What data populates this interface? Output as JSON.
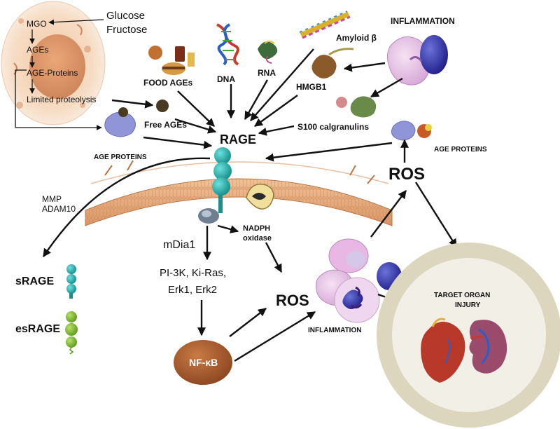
{
  "cell": {
    "mgo": "MGO",
    "glucose": "Glucose",
    "fructose": "Fructose",
    "ages": "AGEs",
    "age_proteins": "AGE-Proteins",
    "limited_proteolysis": "Limited proteolysis"
  },
  "ligands": {
    "food_ages": "FOOD AGEs",
    "dna": "DNA",
    "rna": "RNA",
    "amyloid": "Amyloid β",
    "hmgb1": "HMGB1",
    "s100": "S100 calgranulins",
    "free_ages": "Free AGEs",
    "age_proteins_left": "AGE PROTEINS",
    "age_proteins_right": "AGE PROTEINS",
    "inflammation_top": "INFLAMMATION"
  },
  "receptor": {
    "rage": "RAGE",
    "mmp": "MMP",
    "adam10": "ADAM10",
    "srage": "sRAGE",
    "esrage": "esRAGE",
    "mdia1": "mDia1",
    "nadph": "NADPH",
    "oxidase": "oxidase"
  },
  "signaling": {
    "pi3k_line1": "PI-3K, Ki-Ras,",
    "pi3k_line2": "Erk1, Erk2",
    "nfkb": "NF-κB",
    "ros_center": "ROS",
    "ros_right": "ROS",
    "inflammation_bottom": "INFLAMMATION"
  },
  "target": {
    "line1": "TARGET ORGAN",
    "line2": "INJURY"
  },
  "colors": {
    "membrane": "#e3a877",
    "rage_domain": "#19b1ad",
    "esrage_domain": "#7cb82f",
    "nfkb": "#a8572a",
    "target_outer": "#ddd6be",
    "target_inner": "#f1efe6",
    "inflammation_cell": "#d8a8d8",
    "neutrophil_nucleus": "#3b1e72"
  }
}
